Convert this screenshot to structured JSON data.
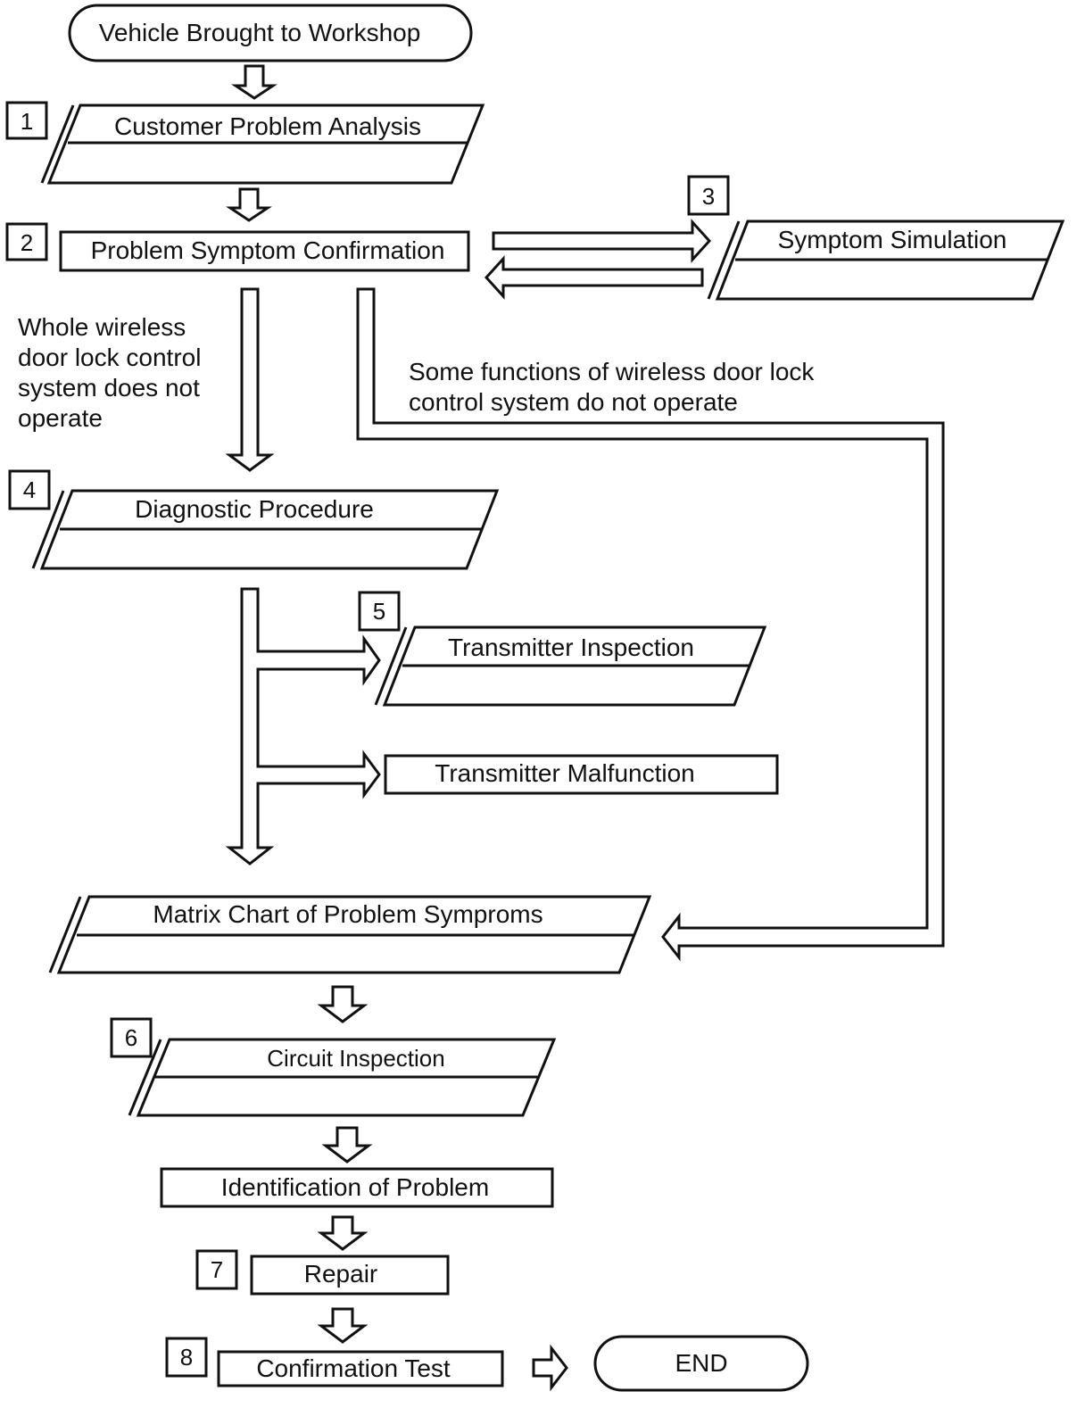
{
  "nodes": {
    "start": "Vehicle Brought to Workshop",
    "customer_analysis": "Customer Problem Analysis",
    "symptom_confirmation": "Problem Symptom Confirmation",
    "symptom_simulation": "Symptom Simulation",
    "diagnostic_procedure": "Diagnostic Procedure",
    "transmitter_inspection": "Transmitter Inspection",
    "transmitter_malfunction": "Transmitter Malfunction",
    "matrix_chart": "Matrix Chart of Problem Symproms",
    "circuit_inspection": "Circuit Inspection",
    "identification": "Identification of Problem",
    "repair": "Repair",
    "confirmation_test": "Confirmation Test",
    "end": "END"
  },
  "step_numbers": [
    "1",
    "2",
    "3",
    "4",
    "5",
    "6",
    "7",
    "8"
  ],
  "branches": {
    "whole_system": [
      "Whole wireless",
      "door lock control",
      "system does not",
      "operate"
    ],
    "some_functions": [
      "Some functions of wireless door lock",
      "control system do not operate"
    ]
  }
}
